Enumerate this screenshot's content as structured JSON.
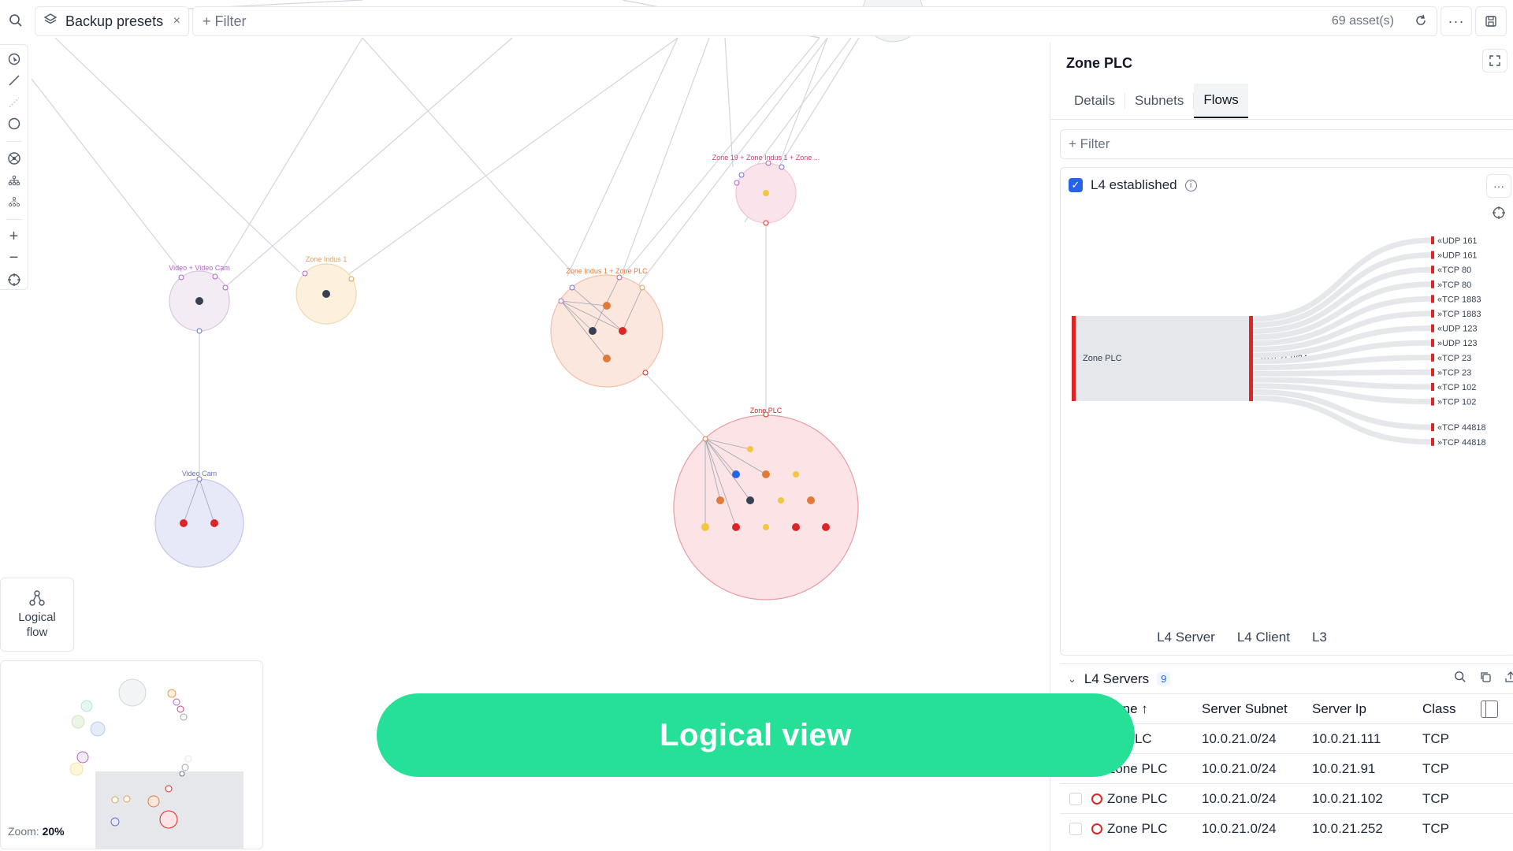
{
  "toolbar": {
    "preset_label": "Backup presets",
    "filter_label": "+ Filter",
    "asset_count": "69 asset(s)"
  },
  "left_tools": {
    "icons": [
      "select-icon",
      "line-icon",
      "dashed-line-icon",
      "circle-icon",
      "network-icon",
      "tree-icon",
      "tree-alt-icon",
      "zoom-in-icon",
      "zoom-out-icon",
      "target-icon"
    ]
  },
  "logical_flow": {
    "line1": "Logical",
    "line2": "flow"
  },
  "minimap": {
    "zoom_label": "Zoom:",
    "zoom_value": "20%"
  },
  "graph": {
    "zones": [
      {
        "name": "Video + Video Cam",
        "color": "#b45ec7"
      },
      {
        "name": "Zone Indus 1",
        "color": "#e0a04f"
      },
      {
        "name": "Zone Indus 1 + Zone PLC",
        "color": "#e07a3a"
      },
      {
        "name": "Zone 19 + Zone Indus 1 + Zone ...",
        "color": "#d0407a"
      },
      {
        "name": "Zone PLC",
        "color": "#dc2626"
      },
      {
        "name": "Video Cam",
        "color": "#6d6fd6"
      }
    ]
  },
  "panel": {
    "title": "Zone PLC",
    "tabs": [
      "Details",
      "Subnets",
      "Flows"
    ],
    "active_tab": "Flows",
    "filter_label": "+ Filter",
    "l4_established": "L4 established",
    "sankey": {
      "source": "Zone PLC",
      "subnet": "10.0.21.0/24",
      "targets": [
        "UDP 161",
        "UDP 161",
        "TCP 80",
        "TCP 80",
        "TCP 1883",
        "TCP 1883",
        "UDP 123",
        "UDP 123",
        "TCP 23",
        "TCP 23",
        "TCP 102",
        "TCP 102",
        "TCP 44818",
        "TCP 44818"
      ],
      "directions": [
        "«",
        "»",
        "«",
        "»",
        "«",
        "»",
        "«",
        "»",
        "«",
        "»",
        "«",
        "»",
        "«",
        "»"
      ]
    },
    "legend": [
      "L4 Server",
      "L4 Client",
      "L3"
    ],
    "servers": {
      "title": "L4 Servers",
      "count": "9",
      "columns": [
        "er Zone ↑",
        "Server Subnet",
        "Server Ip",
        "Class"
      ],
      "rows": [
        {
          "zone": "ne PLC",
          "subnet": "10.0.21.0/24",
          "ip": "10.0.21.111",
          "class": "TCP"
        },
        {
          "zone": "Zone PLC",
          "subnet": "10.0.21.0/24",
          "ip": "10.0.21.91",
          "class": "TCP"
        },
        {
          "zone": "Zone PLC",
          "subnet": "10.0.21.0/24",
          "ip": "10.0.21.102",
          "class": "TCP"
        },
        {
          "zone": "Zone PLC",
          "subnet": "10.0.21.0/24",
          "ip": "10.0.21.252",
          "class": "TCP"
        }
      ]
    }
  },
  "banner": {
    "text": "Logical view"
  }
}
